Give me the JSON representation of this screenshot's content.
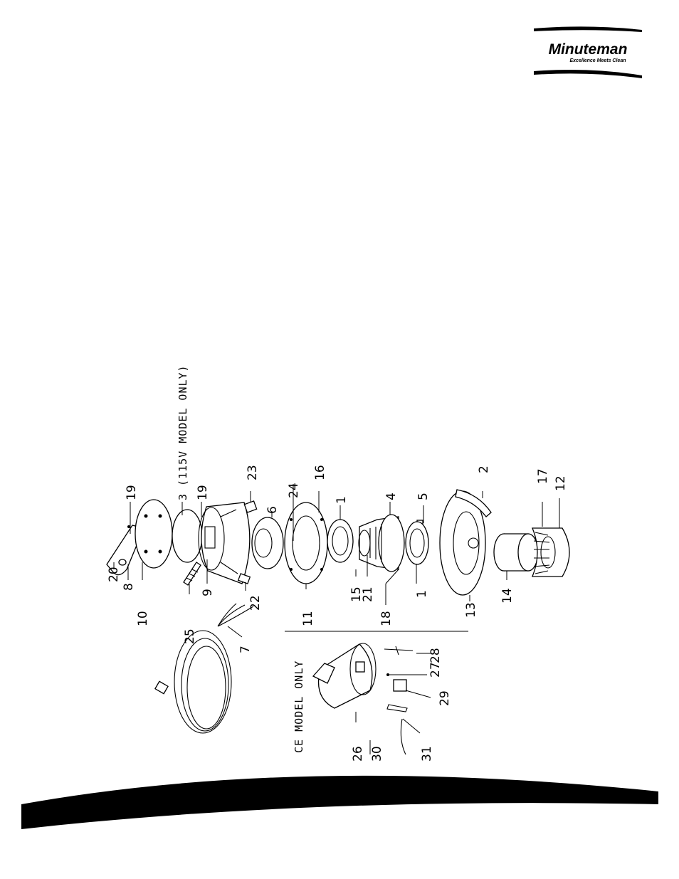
{
  "logo": {
    "brand": "Minuteman",
    "tagline": "Excellence Meets Clean"
  },
  "notes": {
    "model_115v": "3 (115V MODEL ONLY)",
    "ce_model": "CE MODEL ONLY"
  },
  "callouts": {
    "c1a": "1",
    "c1b": "1",
    "c2": "2",
    "c4": "4",
    "c5": "5",
    "c6": "6",
    "c7": "7",
    "c8": "8",
    "c9": "9",
    "c10": "10",
    "c11": "11",
    "c12": "12",
    "c13": "13",
    "c14": "14",
    "c15": "15",
    "c16": "16",
    "c17": "17",
    "c18": "18",
    "c19a": "19",
    "c19b": "19",
    "c20": "20",
    "c21": "21",
    "c22": "22",
    "c23": "23",
    "c24": "24",
    "c25": "25",
    "c26": "26",
    "c27": "27",
    "c28": "28",
    "c29": "29",
    "c30": "30",
    "c31": "31"
  },
  "colors": {
    "ink": "#000000",
    "paper": "#ffffff"
  }
}
